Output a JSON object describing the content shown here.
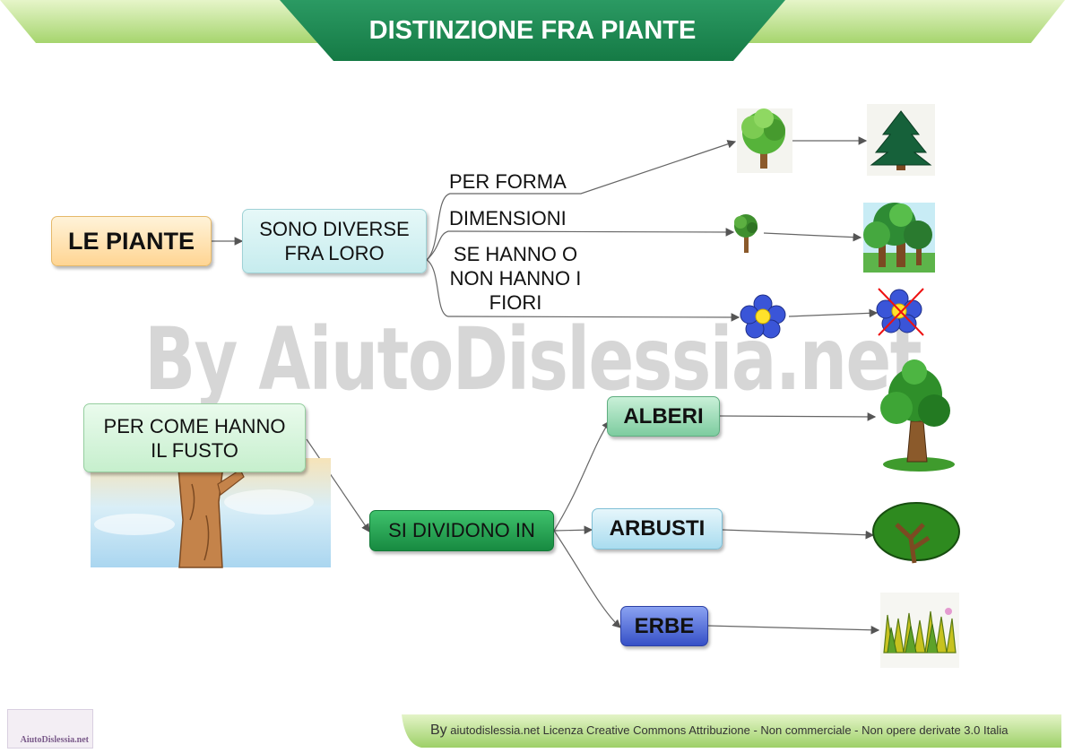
{
  "title": "DISTINZIONE FRA PIANTE",
  "watermark": "By AiutoDislessia.net",
  "nodes": {
    "le_piante": "LE PIANTE",
    "sono_diverse": "SONO DIVERSE FRA LORO",
    "per_come": "PER COME HANNO IL FUSTO",
    "si_dividono": "SI DIVIDONO IN",
    "alberi": "ALBERI",
    "arbusti": "ARBUSTI",
    "erbe": "ERBE"
  },
  "branch_labels": {
    "forma": "PER FORMA",
    "dimensioni": "DIMENSIONI",
    "fiori": "SE HANNO O NON HANNO I FIORI"
  },
  "logo_text": "AiutoDislessia.net",
  "footer": {
    "by": "By",
    "text": "aiutodislessia.net Licenza Creative Commons Attribuzione - Non commerciale - Non opere derivate 3.0 Italia"
  },
  "colors": {
    "header_dark": "#1f8a54",
    "header_light": "#b9e08a",
    "node_orange": "#ffd89a",
    "node_cyan": "#d6f1f2",
    "node_green_light": "#d8f5dc",
    "node_green_dark": "#1e9e4d",
    "node_blue": "#3f5fd4"
  }
}
